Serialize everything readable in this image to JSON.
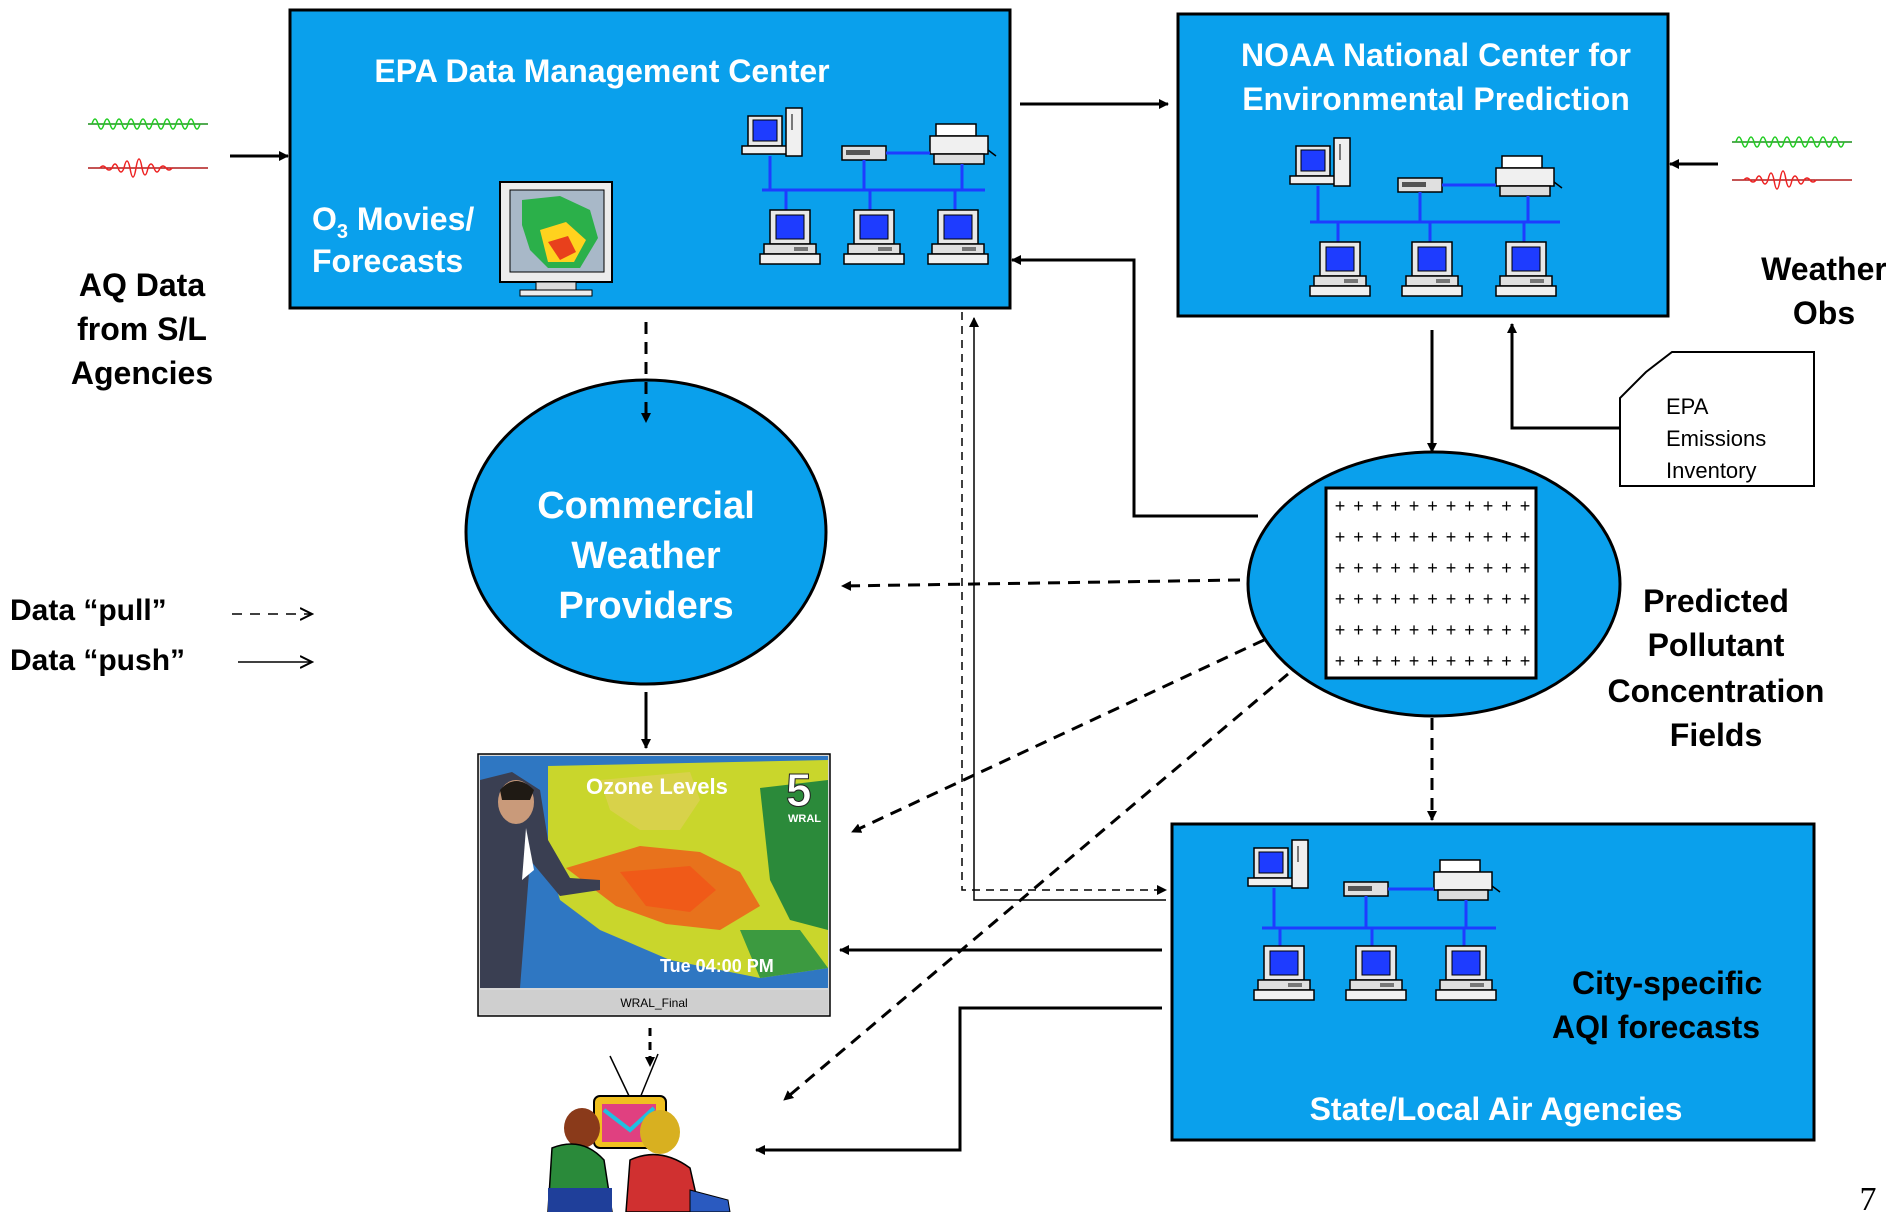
{
  "epa_center": {
    "title": "EPA Data Management Center",
    "o3_letter": "O",
    "o3_sub": "3",
    "movies_text": " Movies/",
    "forecasts_text": "Forecasts"
  },
  "noaa_center": {
    "title_line1": "NOAA National Center for",
    "title_line2": "Environmental Prediction"
  },
  "state_local": {
    "title": "State/Local Air Agencies",
    "label_line1": "City-specific",
    "label_line2": "AQI forecasts"
  },
  "commercial": {
    "line1": "Commercial",
    "line2": "Weather",
    "line3": "Providers"
  },
  "aq_data": {
    "line1": "AQ Data",
    "line2": "from S/L",
    "line3": "Agencies"
  },
  "weather_obs": {
    "line1": "Weather",
    "line2": "Obs"
  },
  "emissions": {
    "line1": "EPA",
    "line2": "Emissions",
    "line3": "Inventory"
  },
  "predicted": {
    "line1": "Predicted",
    "line2": "Pollutant",
    "line3": "Concentration",
    "line4": "Fields"
  },
  "legend": {
    "pull_label": "Data “pull”",
    "push_label": "Data “push”"
  },
  "tv_screen": {
    "title": "Ozone Levels",
    "channel": "5",
    "station": "WRAL",
    "time": "Tue 04:00 PM",
    "caption": "WRAL_Final"
  },
  "slide_number": "7",
  "colors": {
    "box_fill": "#0aa0ec",
    "text_on_box": "#ffffff",
    "line": "#000000",
    "network_line": "#1e3cff"
  }
}
